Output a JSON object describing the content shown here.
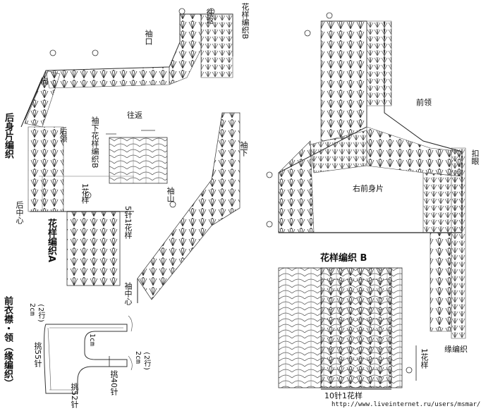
{
  "labels": {
    "back_title": "后身片编织",
    "shoulder": "肩",
    "back_neck": "后领",
    "armhole": "袖口",
    "underarm_pattern": "花样编织B",
    "sleeve_cap": "袖山",
    "sleeve_center": "袖中心",
    "underarm_b": "袖下花样编织B",
    "underarm": "袖下",
    "dangling": "往返",
    "back_center": "后中心",
    "pattern_a": "花样编织A",
    "one_pattern_a": "1花样",
    "five_st_one_pattern": "5针1花样",
    "front_neck": "前领",
    "right_front": "右前身片",
    "button": "扣眼",
    "edging": "缘编织",
    "pattern_b_title": "花样编织 B",
    "ten_st_one_pattern": "10针1花样",
    "one_pattern_b": "1花样",
    "placket_title": "前衣襟・领（缘编织）",
    "two_cm_top": "2cm",
    "two_rows_top": "(2行)",
    "pick_55": "挑55针",
    "one_cm": "1cm",
    "two_cm_bottom": "2cm",
    "two_rows_bottom": "(2行)",
    "pick_40": "挑40针",
    "pick_52": "挑52针",
    "watermark": "http://www.liveinternet.ru/users/msmar/"
  },
  "icons": [
    "row-marker-icon",
    "arrow-up-icon",
    "arrow-down-icon",
    "arrow-left-icon",
    "arrow-right-icon",
    "stitch-fan-icon"
  ]
}
